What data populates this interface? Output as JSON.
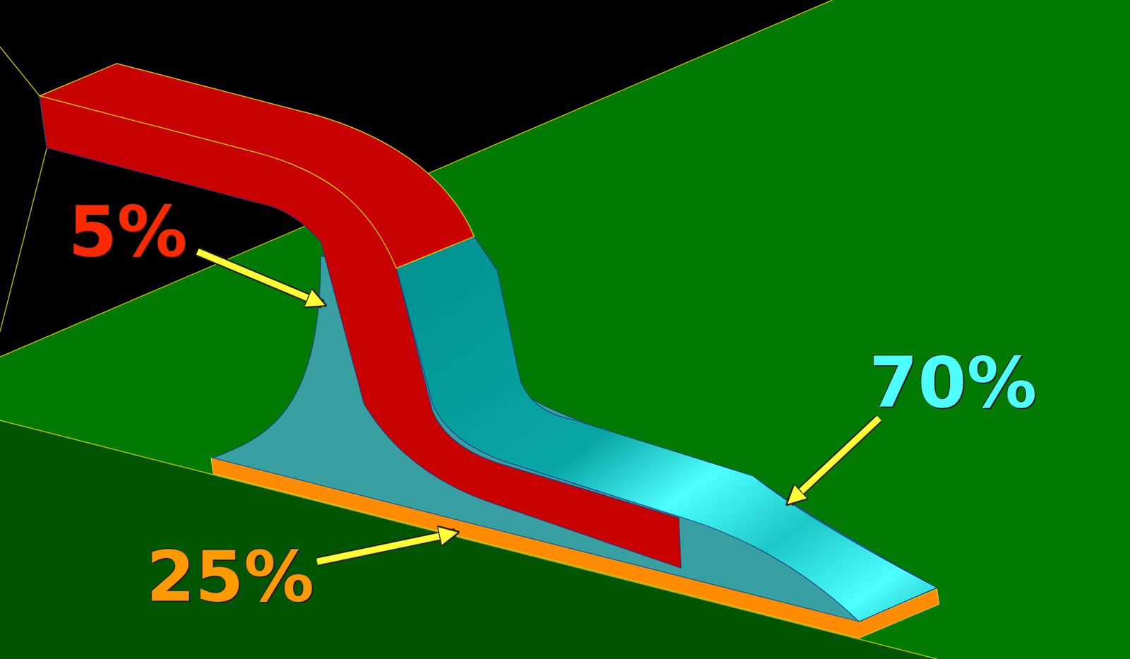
{
  "diagram": {
    "labels": [
      "5%",
      "70%",
      "25%"
    ]
  }
}
